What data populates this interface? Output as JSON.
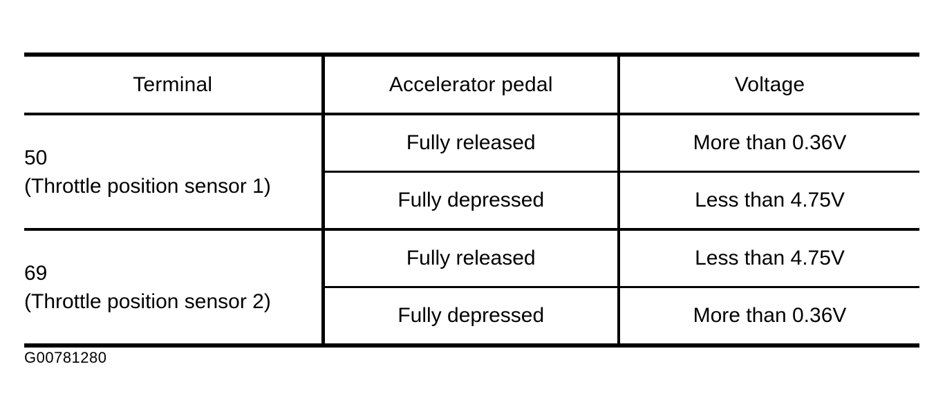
{
  "document": {
    "caption": "G00781280",
    "ink_color": "#000000",
    "paper_color": "#ffffff"
  },
  "table": {
    "columns": [
      {
        "key": "terminal",
        "label": "Terminal"
      },
      {
        "key": "pedal",
        "label": "Accelerator pedal"
      },
      {
        "key": "voltage",
        "label": "Voltage"
      }
    ],
    "groups": [
      {
        "terminal": "50\n(Throttle position sensor 1)",
        "terminal_number": "50",
        "terminal_description": "(Throttle position sensor 1)",
        "rows": [
          {
            "pedal": "Fully released",
            "voltage": "More than 0.36V"
          },
          {
            "pedal": "Fully depressed",
            "voltage": "Less than 4.75V"
          }
        ]
      },
      {
        "terminal": "69\n(Throttle position sensor 2)",
        "terminal_number": "69",
        "terminal_description": "(Throttle position sensor 2)",
        "rows": [
          {
            "pedal": "Fully released",
            "voltage": "Less than 4.75V"
          },
          {
            "pedal": "Fully depressed",
            "voltage": "More than 0.36V"
          }
        ]
      }
    ]
  }
}
